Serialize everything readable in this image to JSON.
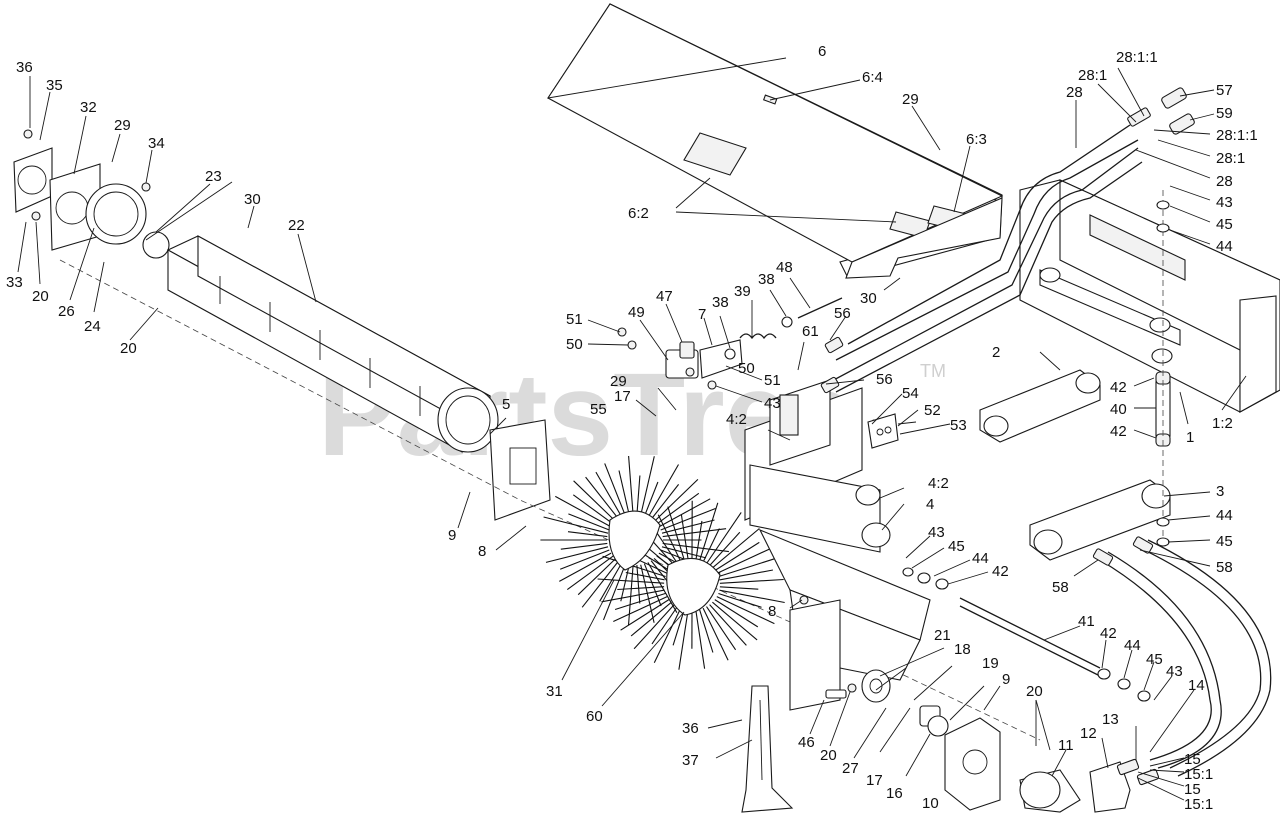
{
  "watermark": {
    "text": "PartsTree",
    "tm": "TM"
  },
  "callouts": {
    "c1": "1",
    "c1_2": "1:2",
    "c2": "2",
    "c3": "3",
    "c4": "4",
    "c4_2a": "4:2",
    "c4_2b": "4:2",
    "c5": "5",
    "c6": "6",
    "c6_2": "6:2",
    "c6_3": "6:3",
    "c6_4": "6:4",
    "c7": "7",
    "c8a": "8",
    "c8b": "8",
    "c9a": "9",
    "c9b": "9",
    "c10": "10",
    "c11": "11",
    "c12": "12",
    "c13": "13",
    "c14": "14",
    "c15a": "15",
    "c15_1a": "15:1",
    "c15b": "15",
    "c15_1b": "15:1",
    "c16": "16",
    "c17a": "17",
    "c17b": "17",
    "c18": "18",
    "c19": "19",
    "c20a": "20",
    "c20b": "20",
    "c20c": "20",
    "c20d": "20",
    "c21": "21",
    "c22": "22",
    "c23": "23",
    "c24": "24",
    "c26": "26",
    "c27": "27",
    "c28a": "28",
    "c28b": "28",
    "c28_1a": "28:1",
    "c28_1b": "28:1",
    "c28_1_1a": "28:1:1",
    "c28_1_1b": "28:1:1",
    "c29a": "29",
    "c29b": "29",
    "c29c": "29",
    "c30a": "30",
    "c30b": "30",
    "c31": "31",
    "c32": "32",
    "c33": "33",
    "c34": "34",
    "c35": "35",
    "c36a": "36",
    "c36b": "36",
    "c37": "37",
    "c38a": "38",
    "c38b": "38",
    "c39": "39",
    "c40": "40",
    "c41": "41",
    "c42a": "42",
    "c42b": "42",
    "c42c": "42",
    "c42d": "42",
    "c43a": "43",
    "c43b": "43",
    "c43c": "43",
    "c43d": "43",
    "c44a": "44",
    "c44b": "44",
    "c44c": "44",
    "c44d": "44",
    "c45a": "45",
    "c45b": "45",
    "c45c": "45",
    "c45d": "45",
    "c46": "46",
    "c47": "47",
    "c48": "48",
    "c49": "49",
    "c50a": "50",
    "c50b": "50",
    "c51a": "51",
    "c51b": "51",
    "c52": "52",
    "c53": "53",
    "c54": "54",
    "c55": "55",
    "c56a": "56",
    "c56b": "56",
    "c57": "57",
    "c58a": "58",
    "c58b": "58",
    "c59": "59",
    "c60": "60",
    "c61": "61"
  }
}
